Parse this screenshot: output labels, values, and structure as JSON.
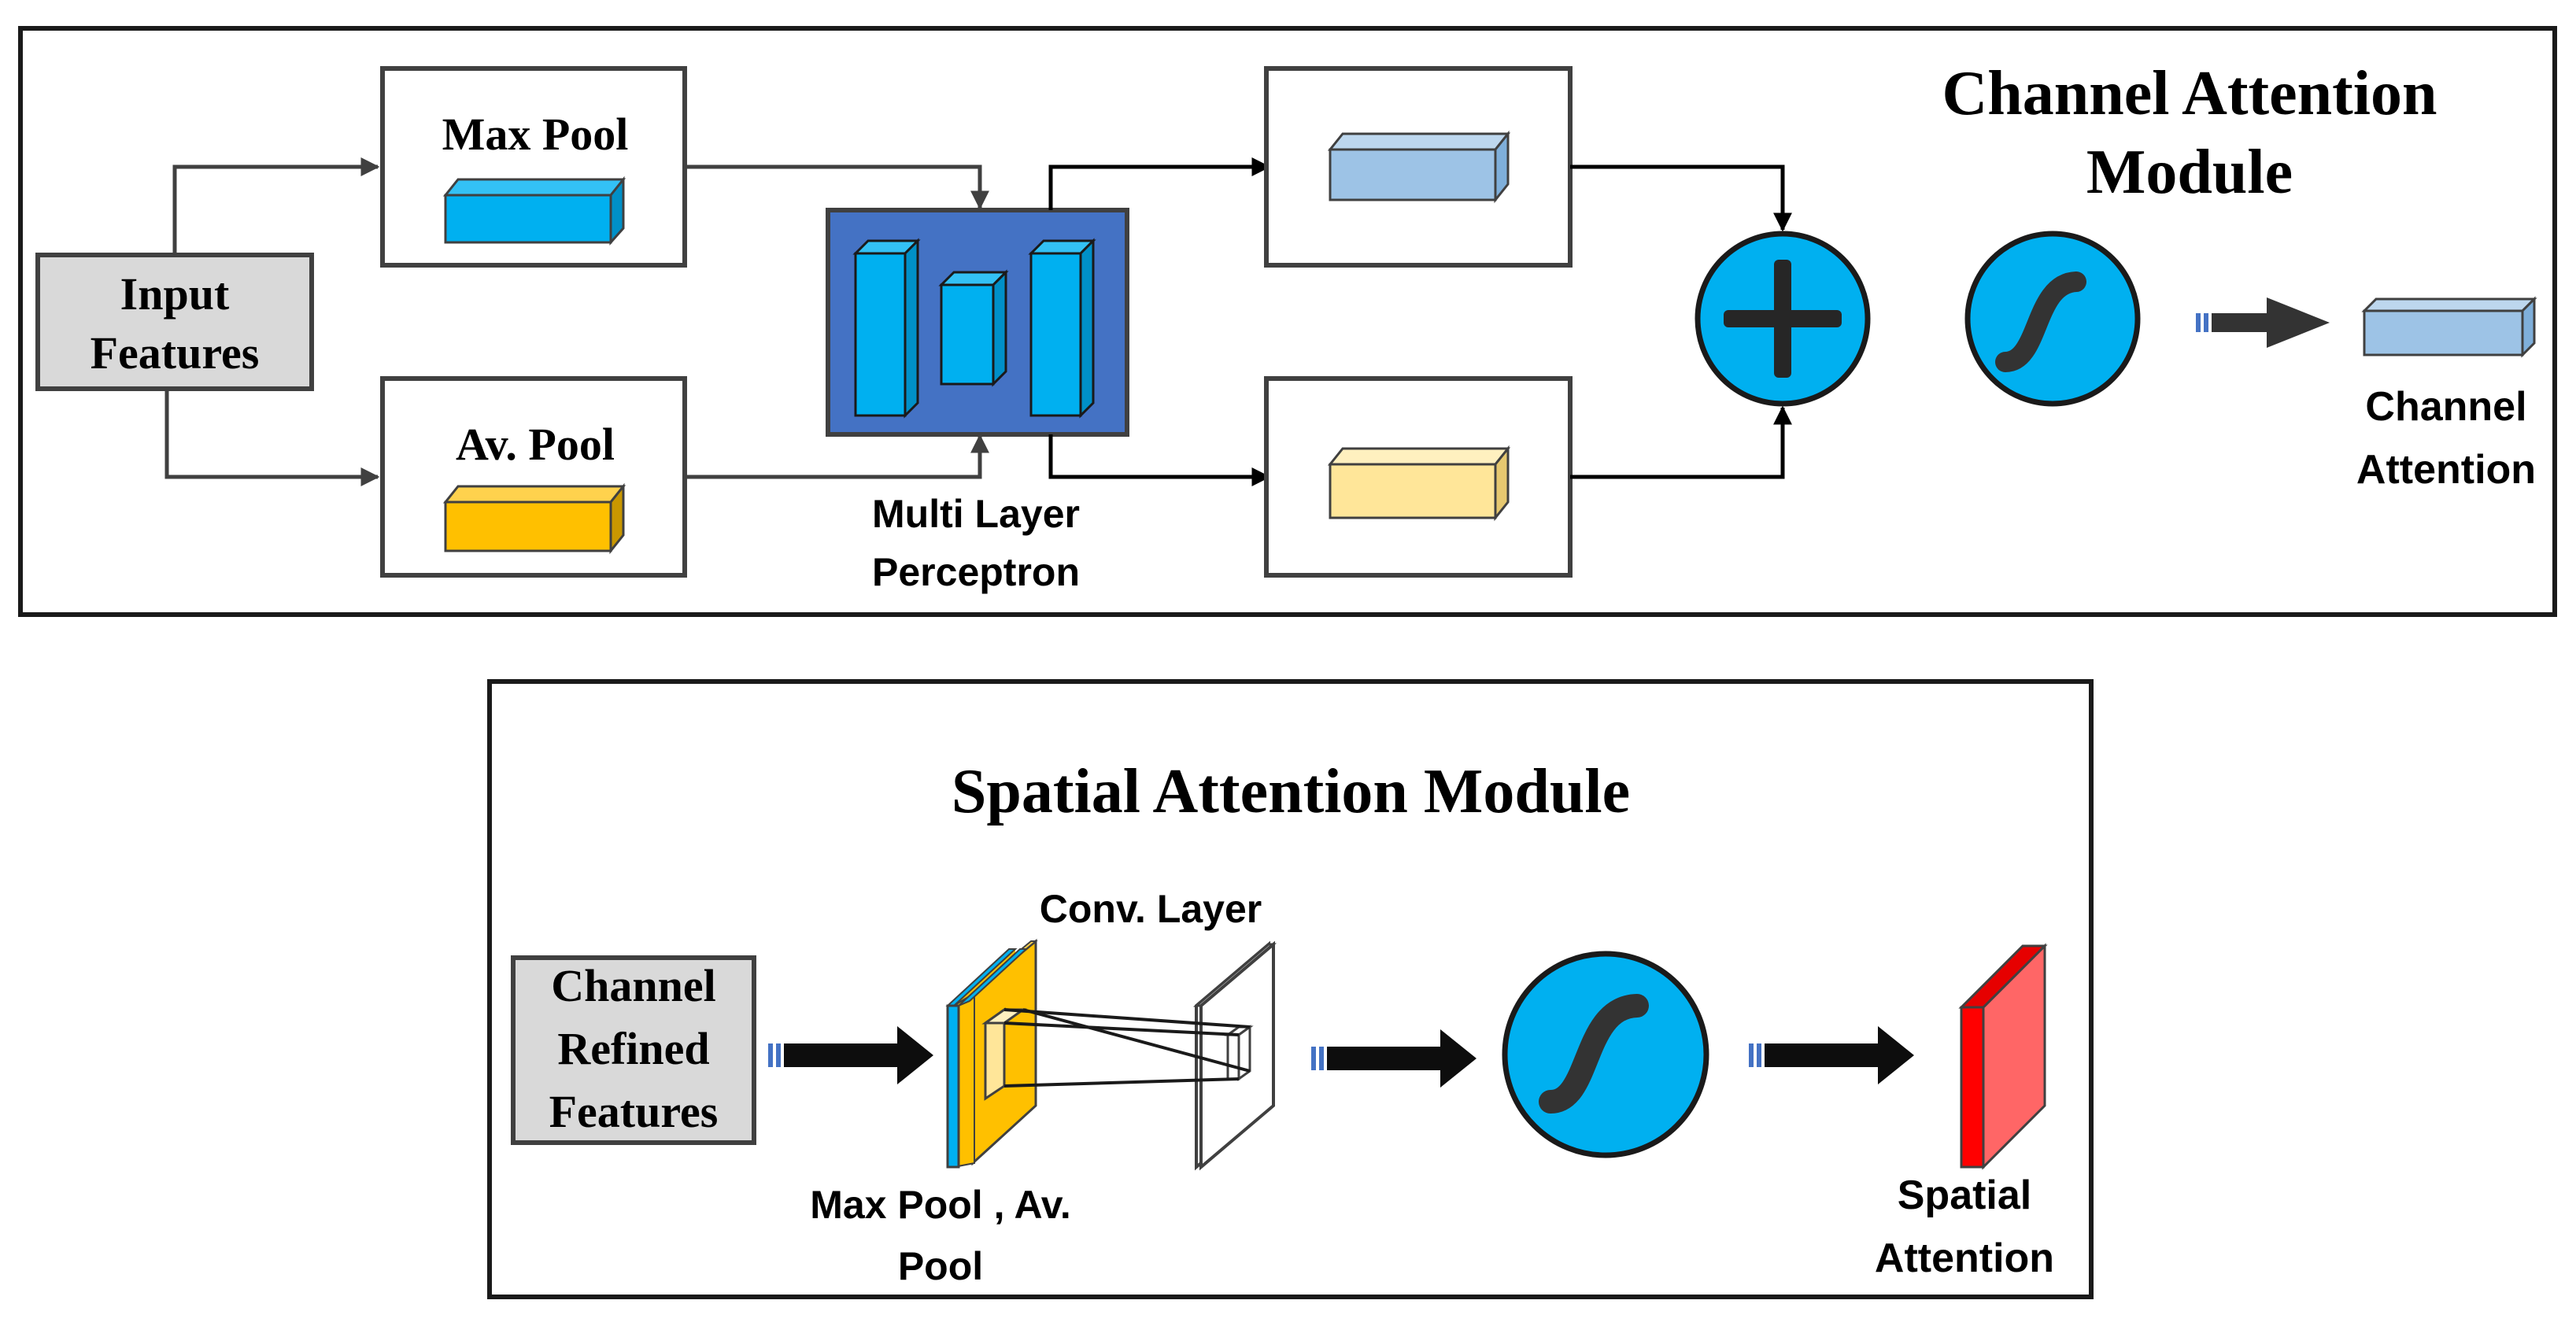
{
  "channel_module": {
    "title_line1": "Channel Attention",
    "title_line2": "Module",
    "input_line1": "Input",
    "input_line2": "Features",
    "max_pool": "Max Pool",
    "avg_pool": "Av. Pool",
    "mlp_line1": "Multi Layer",
    "mlp_line2": "Perceptron",
    "output_line1": "Channel",
    "output_line2": "Attention"
  },
  "spatial_module": {
    "title": "Spatial Attention Module",
    "input_line1": "Channel",
    "input_line2": "Refined",
    "input_line3": "Features",
    "conv_label": "Conv. Layer",
    "pool_line1": "Max Pool , Av.",
    "pool_line2": "Pool",
    "output_line1": "Spatial",
    "output_line2": "Attention"
  },
  "colors": {
    "max_pool_blue": "#00B0F0",
    "avg_pool_gold": "#FFC000",
    "mlp_background": "#4472C4",
    "light_blue_feature": "#9DC3E6",
    "light_yellow_feature": "#FFE699",
    "spatial_red": "#FF0000",
    "input_box_gray": "#D9D9D9",
    "circle_blue": "#00B0F0"
  },
  "icons": [
    "sum-icon",
    "sigmoid-icon",
    "arrow-icon"
  ]
}
